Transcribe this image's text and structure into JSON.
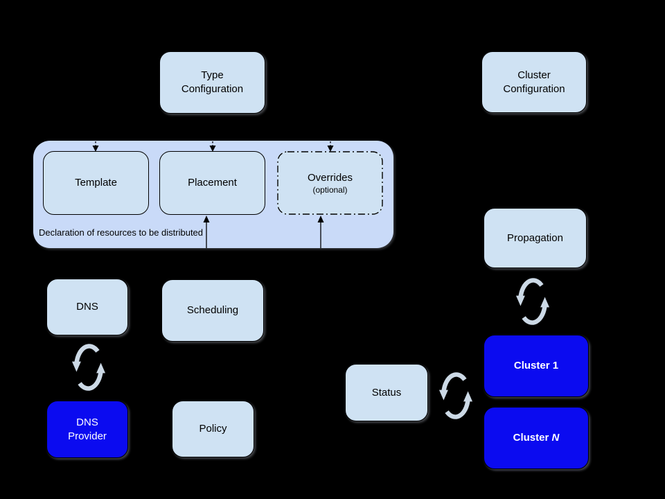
{
  "colors": {
    "background": "#000000",
    "box_light": "#cfe2f3",
    "container_fill": "#c9daf8",
    "cluster_blue": "#0b0bf0",
    "text_dark": "#000000",
    "text_light": "#ffffff",
    "sync_arrow": "#ccd9e6",
    "connector": "#000000"
  },
  "nodes": {
    "type_configuration": {
      "line1": "Type",
      "line2": "Configuration"
    },
    "cluster_configuration": {
      "line1": "Cluster",
      "line2": "Configuration"
    },
    "template": {
      "label": "Template"
    },
    "placement": {
      "label": "Placement"
    },
    "overrides": {
      "label": "Overrides",
      "sublabel": "(optional)"
    },
    "dns": {
      "label": "DNS"
    },
    "scheduling": {
      "label": "Scheduling"
    },
    "dns_provider": {
      "line1": "DNS",
      "line2": "Provider"
    },
    "policy": {
      "label": "Policy"
    },
    "propagation": {
      "label": "Propagation"
    },
    "status": {
      "label": "Status"
    },
    "cluster_1": {
      "label": "Cluster 1"
    },
    "cluster_n": {
      "prefix": "Cluster ",
      "suffix": "N"
    }
  },
  "container_caption": "Declaration of resources to be distributed"
}
